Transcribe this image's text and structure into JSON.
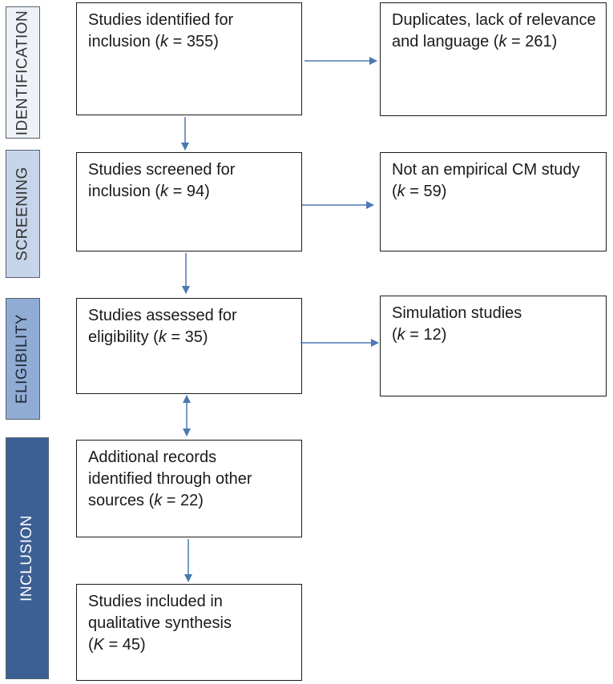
{
  "phases": {
    "identification": "IDENTIFICATION",
    "screening": "SCREENING",
    "eligibility": "ELIGIBILITY",
    "inclusion": "INCLUSION"
  },
  "boxes": {
    "identified": [
      "Studies identified for",
      "inclusion (k = 355)"
    ],
    "duplicates": [
      "Duplicates, lack of relevance",
      "and language (k = 261)"
    ],
    "screened": [
      "Studies screened for",
      "inclusion (k = 94)"
    ],
    "not_empirical": [
      "Not an empirical CM study",
      "(k = 59)"
    ],
    "assessed": [
      "Studies assessed for",
      "eligibility (k = 35)"
    ],
    "simulation": [
      "Simulation studies",
      "(k = 12)"
    ],
    "additional": [
      "Additional records",
      "identified through other",
      "sources (k = 22)"
    ],
    "included": [
      "Studies included in",
      "qualitative synthesis",
      "(K = 45)"
    ]
  },
  "colors": {
    "arrow": "#4a78b4",
    "phase_identification": "#eef2f8",
    "phase_screening": "#c7d5ea",
    "phase_eligibility": "#90acd4",
    "phase_inclusion": "#3c5f94"
  }
}
